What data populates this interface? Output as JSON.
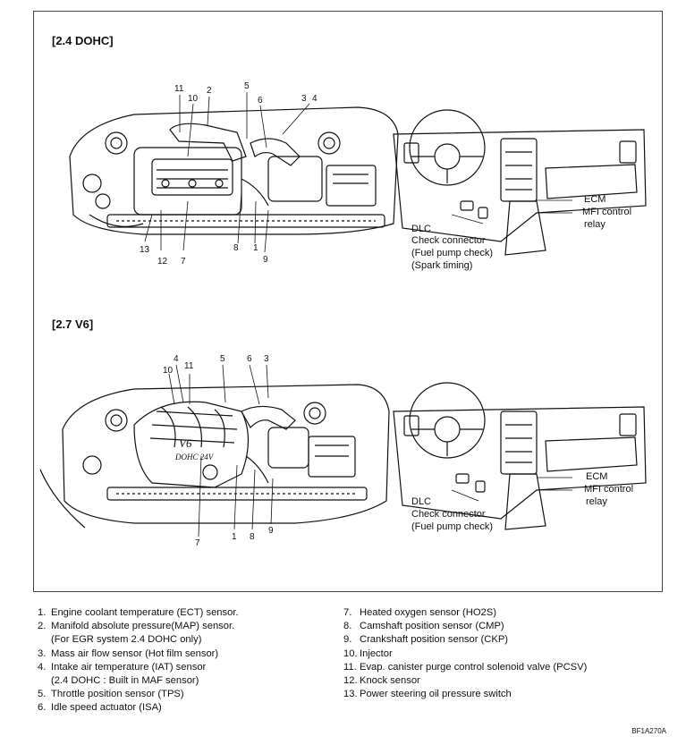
{
  "sections": [
    {
      "title": "[2.4 DOHC]",
      "callouts": {
        "c11": "11",
        "c2": "2",
        "c10": "10",
        "c5": "5",
        "c6": "6",
        "c3": "3",
        "c4": "4",
        "c13": "13",
        "c12": "12",
        "c7": "7",
        "c8": "8",
        "c1": "1",
        "c9": "9"
      },
      "dash_labels": {
        "dlc": "DLC",
        "check_connector": "Check connector",
        "fuel_pump": "(Fuel pump check)",
        "spark_timing": "(Spark timing)",
        "ecm": "ECM",
        "mfi_line1": "MFI control",
        "mfi_line2": "relay"
      }
    },
    {
      "title": "[2.7 V6]",
      "callouts": {
        "c4": "4",
        "c10": "10",
        "c11": "11",
        "c5": "5",
        "c6": "6",
        "c3": "3",
        "c7": "7",
        "c1": "1",
        "c8": "8",
        "c9": "9"
      },
      "engine_text": {
        "v6": "V6",
        "dohc": "DOHC 24V"
      },
      "dash_labels": {
        "dlc": "DLC",
        "check_connector": "Check connector",
        "fuel_pump": "(Fuel pump check)",
        "ecm": "ECM",
        "mfi_line1": "MFI control",
        "mfi_line2": "relay"
      }
    }
  ],
  "legend_left": [
    {
      "num": "1.",
      "text": "Engine coolant temperature (ECT) sensor."
    },
    {
      "num": "2.",
      "text": "Manifold absolute pressure(MAP) sensor.",
      "cont": "(For EGR system 2.4 DOHC only)"
    },
    {
      "num": "3.",
      "text": "Mass air flow sensor (Hot film sensor)"
    },
    {
      "num": "4.",
      "text": "Intake air temperature (IAT) sensor",
      "cont": "(2.4 DOHC : Built in MAF sensor)"
    },
    {
      "num": "5.",
      "text": "Throttle position sensor (TPS)"
    },
    {
      "num": "6.",
      "text": "Idle speed actuator (ISA)"
    }
  ],
  "legend_right": [
    {
      "num": "7.",
      "text": "Heated oxygen sensor (HO2S)"
    },
    {
      "num": "8.",
      "text": "Camshaft position sensor (CMP)"
    },
    {
      "num": "9.",
      "text": "Crankshaft position sensor (CKP)"
    },
    {
      "num": "10.",
      "text": "Injector"
    },
    {
      "num": "11.",
      "text": "Evap. canister purge control solenoid valve (PCSV)"
    },
    {
      "num": "12.",
      "text": "Knock sensor"
    },
    {
      "num": "13.",
      "text": "Power steering oil pressure switch"
    }
  ],
  "figure_code": "BF1A270A"
}
